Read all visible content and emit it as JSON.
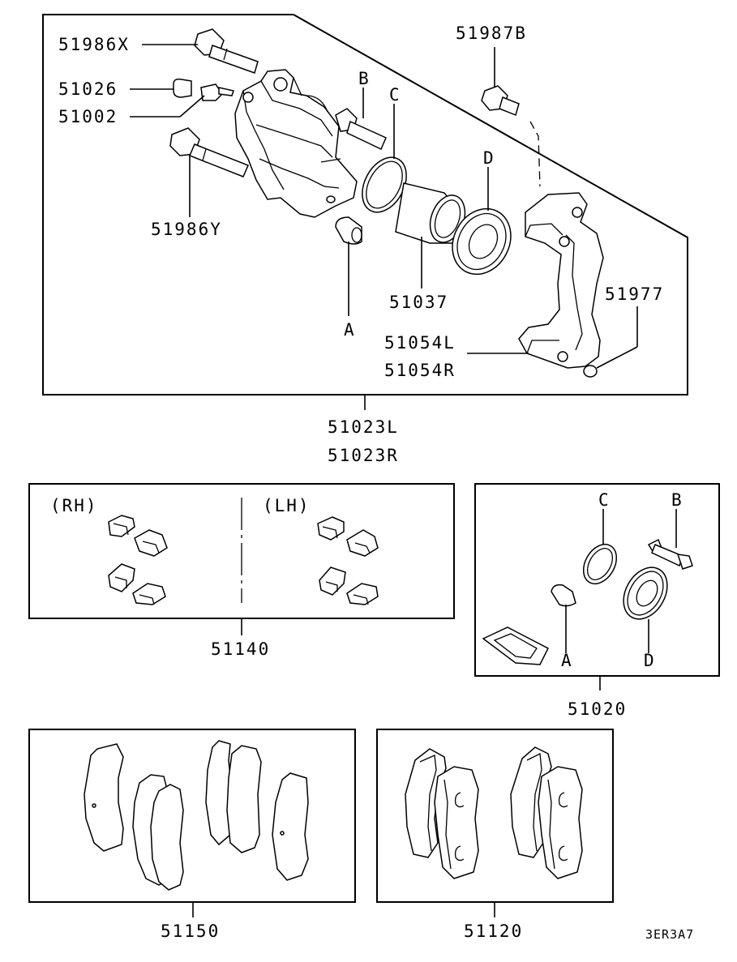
{
  "labels": {
    "p51986x": "51986X",
    "p51026": "51026",
    "p51002": "51002",
    "p51986y": "51986Y",
    "p51987b": "51987B",
    "b_top": "B",
    "c_top": "C",
    "d_top": "D",
    "a_top": "A",
    "p51037": "51037",
    "p51977": "51977",
    "p51054l": "51054L",
    "p51054r": "51054R",
    "p51023l": "51023L",
    "p51023r": "51023R",
    "rh": "(RH)",
    "lh": "(LH)",
    "p51140": "51140",
    "c_kit": "C",
    "b_kit": "B",
    "a_kit": "A",
    "d_kit": "D",
    "p51020": "51020",
    "p51150": "51150",
    "p51120": "51120",
    "diagram_code": "3ER3A7"
  }
}
